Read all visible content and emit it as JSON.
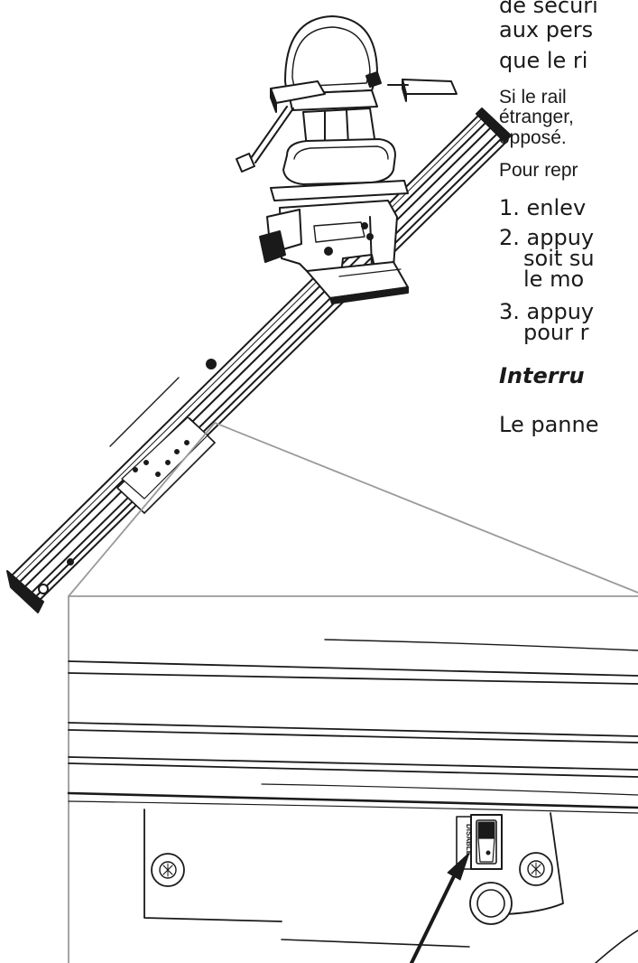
{
  "manual": {
    "paragraph1": {
      "line1": "de sécuri",
      "line2": "aux pers",
      "line3": "que le ri"
    },
    "paragraph2": {
      "line1": "Si le rail",
      "line2": "étranger,",
      "line3": "opposé."
    },
    "intro": "Pour repr",
    "steps": [
      {
        "line1": "1. enlev"
      },
      {
        "line1": "2. appuy",
        "line2": "soit su",
        "line3": "le mo"
      },
      {
        "line1": "3. appuy",
        "line2": "pour r"
      }
    ],
    "section_heading": "Interru",
    "section_text": "Le panne"
  },
  "figure": {
    "switch_label": "DISABLE"
  }
}
